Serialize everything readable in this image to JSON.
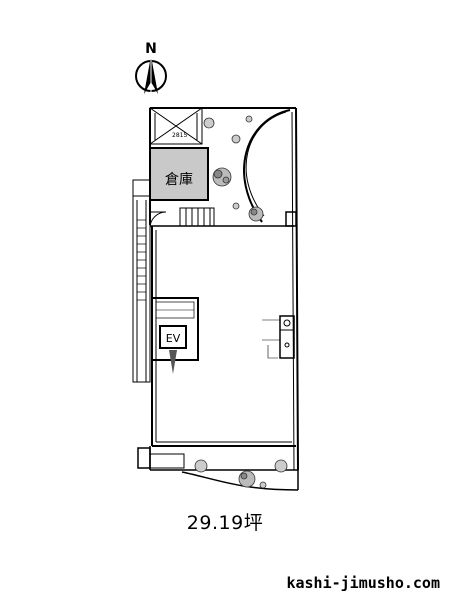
{
  "floorplan": {
    "compass_label": "N",
    "dimension_note": "2815",
    "storage_label": "倉庫",
    "elevator_label": "EV",
    "area_label": "29.19坪"
  },
  "footer": {
    "site_url": "kashi-jimusho.com"
  }
}
